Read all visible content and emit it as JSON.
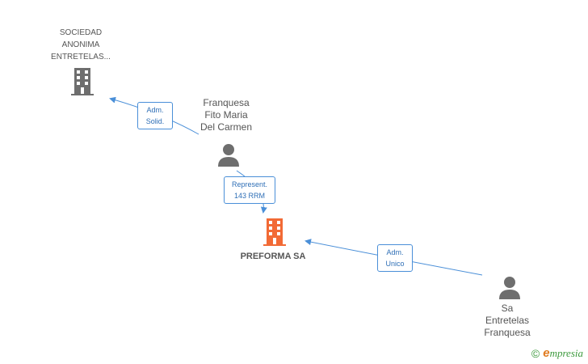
{
  "nodes": {
    "sociedad": {
      "label": "SOCIEDAD\nANONIMA\nENTRETELAS..."
    },
    "franquesa": {
      "label": "Franquesa\nFito Maria\nDel Carmen"
    },
    "preforma": {
      "label": "PREFORMA SA"
    },
    "sa_entretelas": {
      "label": "Sa\nEntretelas\nFranquesa"
    }
  },
  "edges": {
    "adm_solid": "Adm.\nSolid.",
    "represent": "Represent.\n143 RRM",
    "adm_unico": "Adm.\nUnico"
  },
  "colors": {
    "edge": "#4a8fd8",
    "main_company": "#f26a35",
    "company": "#6e6e6e",
    "person": "#6e6e6e"
  },
  "brand": {
    "copyright": "©",
    "e": "e",
    "name": "mpresia"
  }
}
